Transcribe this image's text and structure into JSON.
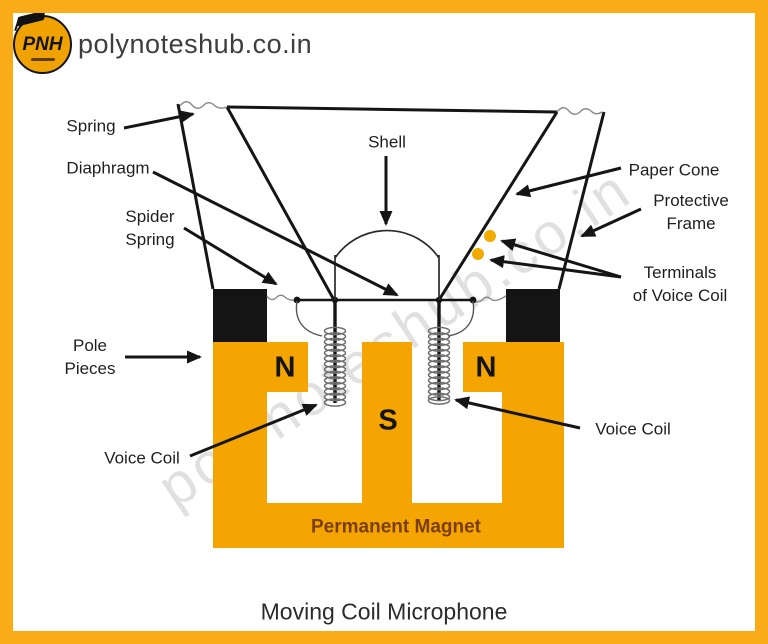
{
  "header": {
    "logo_text": "PNH",
    "site": "polynoteshub.co.in"
  },
  "watermark_text": "polynoteshub.co.in",
  "diagram_title": "Moving Coil Microphone",
  "labels": {
    "spring": "Spring",
    "diaphragm": "Diaphragm",
    "spider_spring": [
      "Spider",
      "Spring"
    ],
    "shell": "Shell",
    "paper_cone": "Paper Cone",
    "protective_frame": [
      "Protective",
      "Frame"
    ],
    "terminals": [
      "Terminals",
      "of Voice Coil"
    ],
    "pole_pieces": [
      "Pole",
      "Pieces"
    ],
    "voice_coil_left": "Voice Coil",
    "voice_coil_right": "Voice Coil",
    "pole_n_left": "N",
    "pole_s": "S",
    "pole_n_right": "N",
    "permanent_magnet": "Permanent Magnet"
  },
  "colors": {
    "border_accent": "#F9AC18",
    "magnet_yellow": "#F5A502",
    "pole_piece_black": "#141414",
    "terminal_dot": "#F2AB00",
    "magnet_caption": "#7A3E00",
    "line_ink": "#151515",
    "watermark_gray": "#DEDEDE"
  }
}
